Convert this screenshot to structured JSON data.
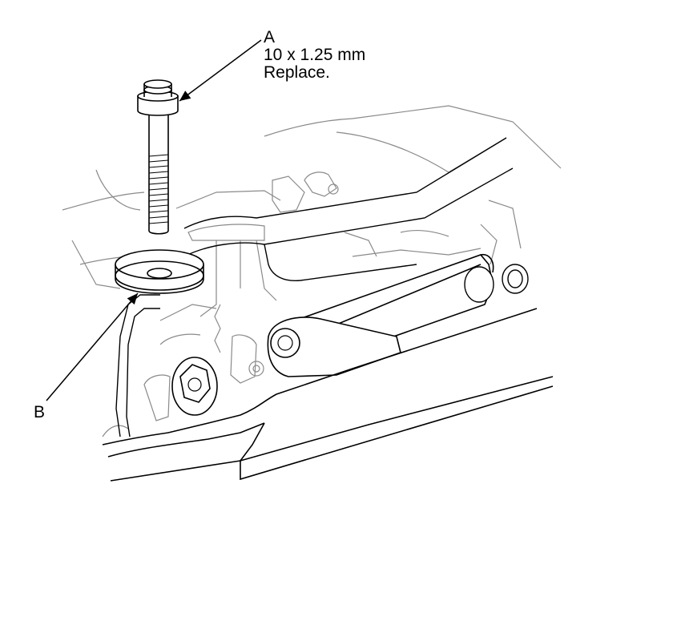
{
  "callouts": {
    "a": {
      "letter": "A",
      "spec": "10 x 1.25 mm",
      "note": "Replace."
    },
    "b": {
      "letter": "B"
    }
  },
  "colors": {
    "ink": "#000000",
    "paper": "#ffffff",
    "faint": "#8a8a8a"
  }
}
